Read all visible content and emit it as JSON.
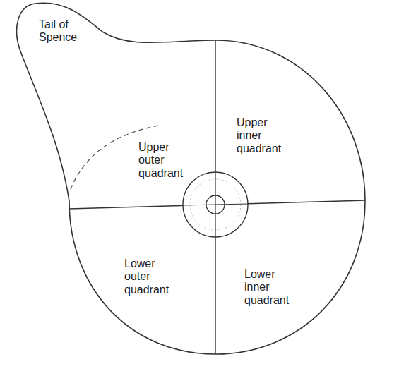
{
  "diagram": {
    "labels": [
      "Tail of Spence",
      "Upper outer quadrant",
      "Upper inner quadrant",
      "Lower outer quadrant",
      "Lower inner quadrant"
    ]
  }
}
